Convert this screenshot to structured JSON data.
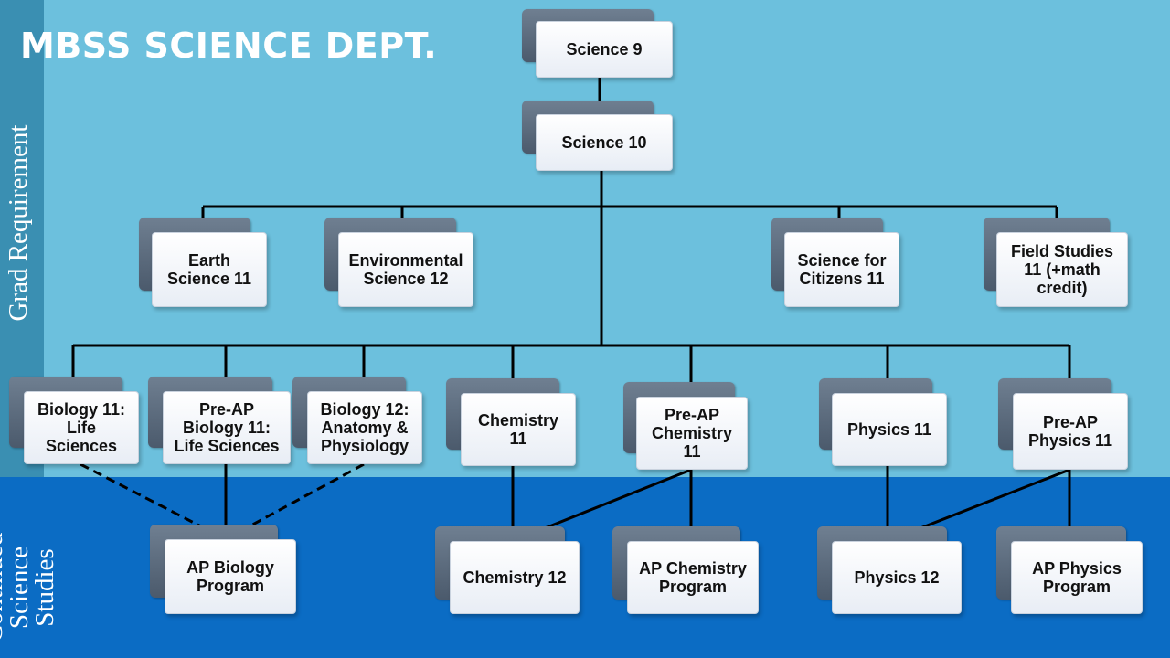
{
  "title": "MBSS SCIENCE DEPT.",
  "sections": {
    "top": "Grad Requirement",
    "bottom": "Continued\nScience\nStudies"
  },
  "colors": {
    "top_band": "#6cc0dd",
    "bottom_band": "#0b6cc4",
    "sidebar": "#3a8fb2"
  },
  "courses": {
    "science9": "Science 9",
    "science10": "Science 10",
    "earth11": "Earth\nScience 11",
    "environmental12": "Environmental\nScience 12",
    "citizens11": "Science for\nCitizens 11",
    "fieldstudies11": "Field Studies\n11 (+math\ncredit)",
    "biology11": "Biology 11:\nLife\nSciences",
    "preap_biology11": "Pre-AP\nBiology 11:\nLife Sciences",
    "biology12": "Biology 12:\nAnatomy &\nPhysiology",
    "chemistry11": "Chemistry\n11",
    "preap_chemistry11": "Pre-AP\nChemistry\n11",
    "physics11": "Physics 11",
    "preap_physics11": "Pre-AP\nPhysics 11",
    "ap_biology": "AP Biology\nProgram",
    "chemistry12": "Chemistry 12",
    "ap_chemistry": "AP Chemistry\nProgram",
    "physics12": "Physics 12",
    "ap_physics": "AP Physics\nProgram"
  }
}
